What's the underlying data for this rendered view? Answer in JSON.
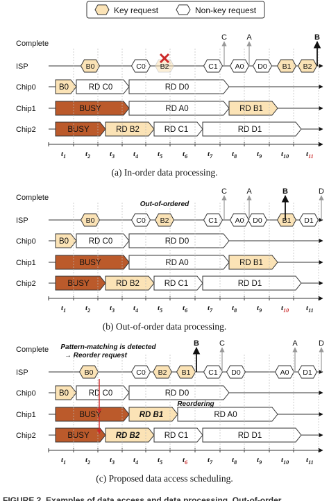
{
  "legend": {
    "key": "Key request",
    "nonkey": "Non-key request"
  },
  "row_labels": {
    "complete": "Complete",
    "isp": "ISP",
    "chip0": "Chip0",
    "chip1": "Chip1",
    "chip2": "Chip2"
  },
  "colors": {
    "key_fill": "#fbe3b6",
    "busy_fill": "#bb5a2b",
    "red": "#cc2a2a",
    "gray_arrow": "#999999"
  },
  "panels": [
    {
      "caption": "(a)  In-order data processing.",
      "isp": [
        [
          "B0",
          "key",
          ""
        ],
        [
          "C0",
          "nonkey",
          ""
        ],
        [
          "B2",
          "key",
          "faded"
        ],
        [
          "C1",
          "nonkey",
          ""
        ],
        [
          "A0",
          "nonkey",
          ""
        ],
        [
          "D0",
          "nonkey",
          ""
        ],
        [
          "B1",
          "key",
          ""
        ],
        [
          "B2",
          "key",
          ""
        ]
      ],
      "completes": [
        [
          "C",
          "gray"
        ],
        [
          "A",
          "gray"
        ],
        [
          "B",
          "black"
        ]
      ],
      "chip0": [
        [
          "B0",
          "key"
        ],
        [
          "RD C0",
          "nonkey"
        ],
        [
          "RD D0",
          "nonkey"
        ]
      ],
      "chip1": [
        [
          "BUSY",
          "busy"
        ],
        [
          "RD A0",
          "nonkey"
        ],
        [
          "RD B1",
          "key"
        ]
      ],
      "chip2": [
        [
          "BUSY",
          "busy"
        ],
        [
          "RD B2",
          "key"
        ],
        [
          "RD C1",
          "nonkey"
        ],
        [
          "RD D1",
          "nonkey"
        ]
      ],
      "ticks": [
        [
          "t",
          "1",
          ""
        ],
        [
          "t",
          "2",
          ""
        ],
        [
          "t",
          "3",
          ""
        ],
        [
          "t",
          "4",
          ""
        ],
        [
          "t",
          "5",
          ""
        ],
        [
          "t",
          "6",
          ""
        ],
        [
          "t",
          "7",
          ""
        ],
        [
          "t",
          "8",
          ""
        ],
        [
          "t",
          "9",
          ""
        ],
        [
          "t",
          "10",
          ""
        ],
        [
          "t",
          "11",
          "red"
        ]
      ],
      "notes": []
    },
    {
      "caption": "(b)  Out-of-order data processing.",
      "isp": [
        [
          "B0",
          "key",
          ""
        ],
        [
          "C0",
          "nonkey",
          ""
        ],
        [
          "B2",
          "key",
          ""
        ],
        [
          "C1",
          "nonkey",
          ""
        ],
        [
          "A0",
          "nonkey",
          ""
        ],
        [
          "D0",
          "nonkey",
          ""
        ],
        [
          "B1",
          "key",
          ""
        ],
        [
          "D1",
          "nonkey",
          ""
        ]
      ],
      "completes": [
        [
          "C",
          "gray"
        ],
        [
          "A",
          "gray"
        ],
        [
          "B",
          "black"
        ],
        [
          "D",
          "gray"
        ]
      ],
      "chip0": [
        [
          "B0",
          "key"
        ],
        [
          "RD C0",
          "nonkey"
        ],
        [
          "RD D0",
          "nonkey"
        ]
      ],
      "chip1": [
        [
          "BUSY",
          "busy"
        ],
        [
          "RD A0",
          "nonkey"
        ],
        [
          "RD B1",
          "key"
        ]
      ],
      "chip2": [
        [
          "BUSY",
          "busy"
        ],
        [
          "RD B2",
          "key"
        ],
        [
          "RD C1",
          "nonkey"
        ],
        [
          "RD D1",
          "nonkey"
        ]
      ],
      "ticks": [
        [
          "t",
          "1",
          ""
        ],
        [
          "t",
          "2",
          ""
        ],
        [
          "t",
          "3",
          ""
        ],
        [
          "t",
          "4",
          ""
        ],
        [
          "t",
          "5",
          ""
        ],
        [
          "t",
          "6",
          ""
        ],
        [
          "t",
          "7",
          ""
        ],
        [
          "t",
          "8",
          ""
        ],
        [
          "t",
          "9",
          ""
        ],
        [
          "t",
          "10",
          "red"
        ],
        [
          "t",
          "11",
          ""
        ]
      ],
      "notes": [
        "Out-of-ordered"
      ]
    },
    {
      "caption": "(c)  Proposed data access scheduling.",
      "isp": [
        [
          "B0",
          "key",
          ""
        ],
        [
          "C0",
          "nonkey",
          ""
        ],
        [
          "B2",
          "key",
          ""
        ],
        [
          "B1",
          "key",
          ""
        ],
        [
          "C1",
          "nonkey",
          ""
        ],
        [
          "D0",
          "nonkey",
          ""
        ],
        [
          "A0",
          "nonkey",
          ""
        ],
        [
          "D1",
          "nonkey",
          ""
        ]
      ],
      "completes": [
        [
          "B",
          "black"
        ],
        [
          "C",
          "gray"
        ],
        [
          "A",
          "gray"
        ],
        [
          "D",
          "gray"
        ]
      ],
      "chip0": [
        [
          "B0",
          "key"
        ],
        [
          "RD C0",
          "nonkey"
        ],
        [
          "RD D0",
          "nonkey"
        ]
      ],
      "chip1": [
        [
          "BUSY",
          "busy"
        ],
        [
          "RD B1",
          "key"
        ],
        [
          "RD A0",
          "nonkey"
        ]
      ],
      "chip2": [
        [
          "BUSY",
          "busy"
        ],
        [
          "RD B2",
          "key"
        ],
        [
          "RD C1",
          "nonkey"
        ],
        [
          "RD D1",
          "nonkey"
        ]
      ],
      "ticks": [
        [
          "t",
          "1",
          ""
        ],
        [
          "t",
          "2",
          ""
        ],
        [
          "t",
          "3",
          ""
        ],
        [
          "t",
          "4",
          ""
        ],
        [
          "t",
          "5",
          ""
        ],
        [
          "t",
          "6",
          "red"
        ],
        [
          "t",
          "7",
          ""
        ],
        [
          "t",
          "8",
          ""
        ],
        [
          "t",
          "9",
          ""
        ],
        [
          "t",
          "10",
          ""
        ],
        [
          "t",
          "11",
          ""
        ]
      ],
      "notes": [
        "Pattern-matching is detected",
        "→ Reorder request",
        "Reordering"
      ]
    }
  ],
  "footer": "FIGURE 2.  Examples of data access and data processing. Out-of-order"
}
